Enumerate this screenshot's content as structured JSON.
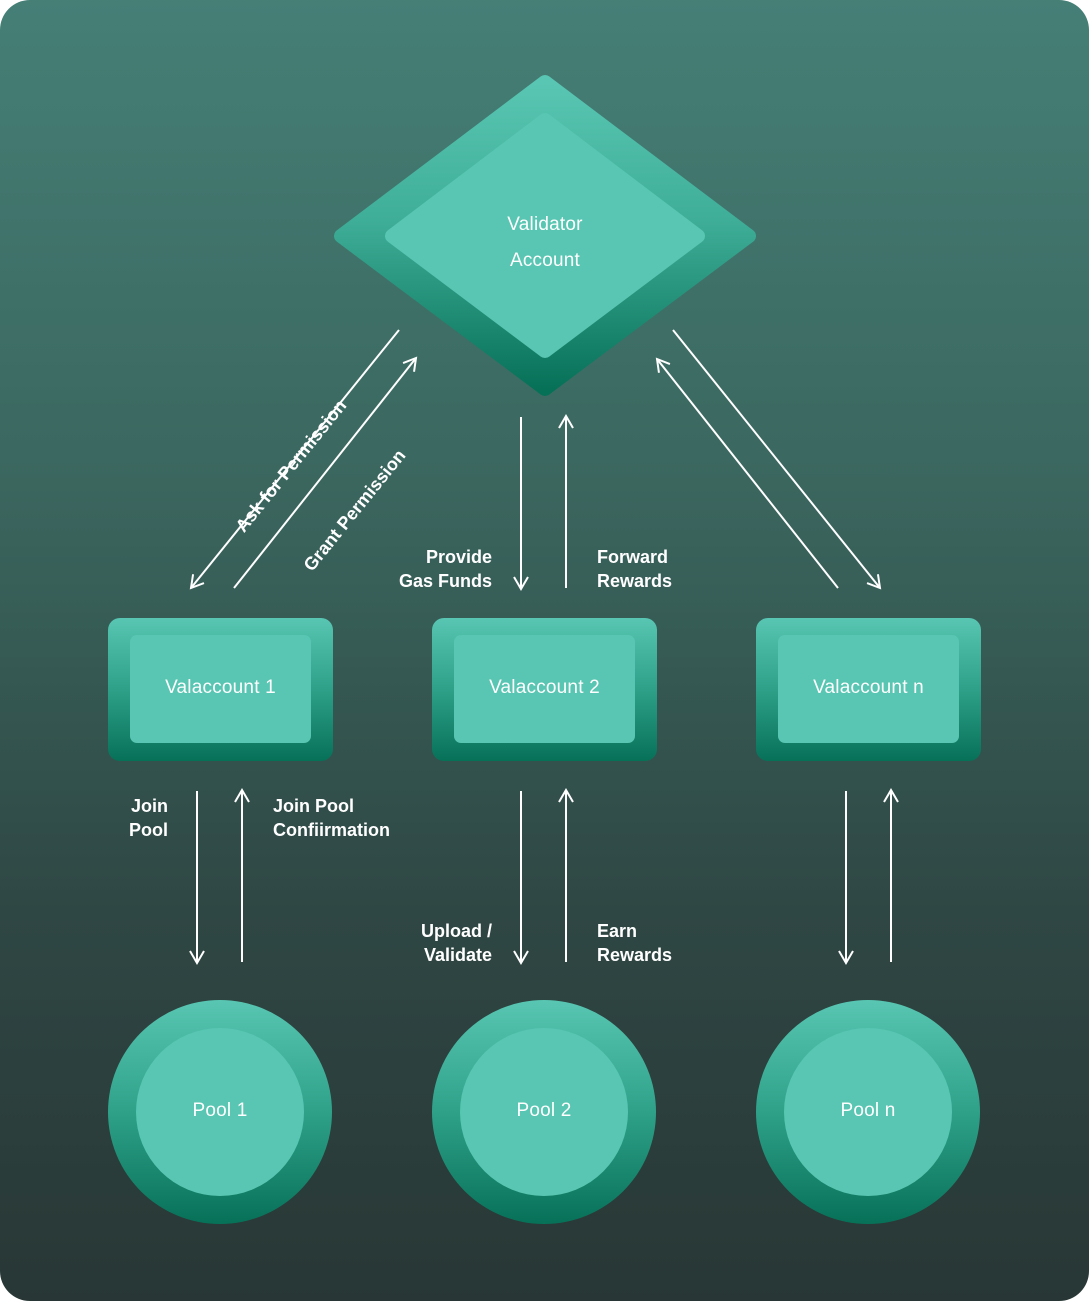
{
  "nodes": {
    "validator": {
      "line1": "Validator",
      "line2": "Account"
    },
    "valaccounts": [
      "Valaccount 1",
      "Valaccount 2",
      "Valaccount n"
    ],
    "pools": [
      "Pool 1",
      "Pool 2",
      "Pool n"
    ]
  },
  "edges": {
    "ask_permission": "Ask for Permission",
    "grant_permission": "Grant Permission",
    "provide_gas": {
      "line1": "Provide",
      "line2": "Gas Funds"
    },
    "forward_rewards": {
      "line1": "Forward",
      "line2": "Rewards"
    },
    "join_pool": {
      "line1": "Join",
      "line2": "Pool"
    },
    "join_pool_confirmation": {
      "line1": "Join Pool",
      "line2": "Confiirmation"
    },
    "upload_validate": {
      "line1": "Upload /",
      "line2": "Validate"
    },
    "earn_rewards": {
      "line1": "Earn",
      "line2": "Rewards"
    }
  },
  "colors": {
    "node_fill": "#58c6b2",
    "node_dark": "#077158",
    "arrow": "#ffffff"
  }
}
